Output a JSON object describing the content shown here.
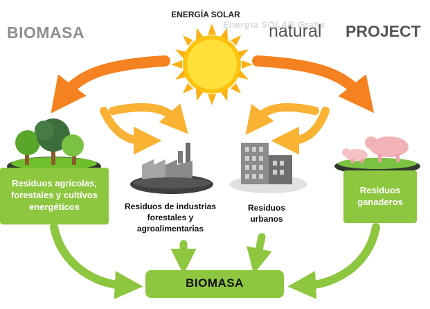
{
  "header": {
    "title": "BIOMASA",
    "sun_label": "ENERGÍA SOLAR",
    "watermark": "Energía SOLAR Gratis",
    "brand_natural": "natural",
    "brand_project": "PROJECT"
  },
  "sources": [
    {
      "id": "agricultural",
      "label_lines": [
        "Residuos agrícolas,",
        "forestales y cultivos",
        "energéticos"
      ]
    },
    {
      "id": "industrial",
      "label_lines": [
        "Residuos de industrias",
        "forestales y",
        "agroalimentarias"
      ]
    },
    {
      "id": "urban",
      "label_lines": [
        "Residuos",
        "urbanos"
      ]
    },
    {
      "id": "livestock",
      "label_lines": [
        "Residuos",
        "ganaderos"
      ]
    }
  ],
  "result": {
    "label": "BIOMASA"
  },
  "colors": {
    "green": "#8dc63f",
    "orange_arrow": "#f58220",
    "yellow_arrow": "#f9b233",
    "sun": "#ffd200",
    "gray_title": "#8f8f8f"
  },
  "icons": {
    "sun": "sun-icon",
    "trees": "trees-icon",
    "factory": "factory-icon",
    "buildings": "buildings-icon",
    "pigs": "pigs-icon"
  }
}
